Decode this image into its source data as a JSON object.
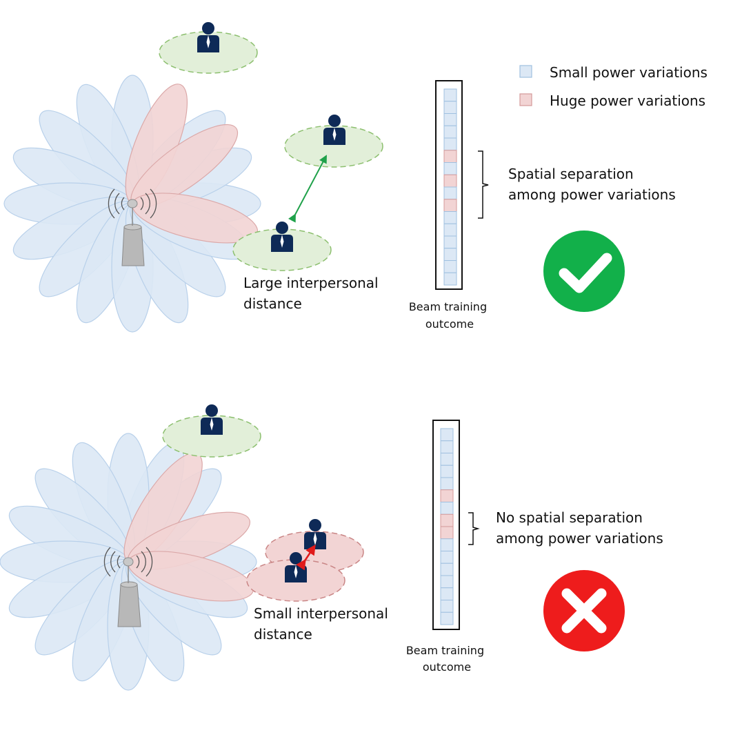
{
  "legend": {
    "small": {
      "label": "Small power variations",
      "fill": "#dce8f5",
      "stroke": "#9fc0e0"
    },
    "huge": {
      "label": "Huge power variations",
      "fill": "#f2d4d4",
      "stroke": "#d49a9a"
    }
  },
  "colors": {
    "beam_blue": "#dce8f5",
    "beam_blue_stroke": "#b8d0ea",
    "beam_red": "#f2d4d4",
    "beam_red_stroke": "#dba8a8",
    "zone_green": "#e2efd9",
    "zone_green_stroke": "#8cbf6e",
    "zone_red": "#f2d4d4",
    "zone_red_stroke": "#c98585",
    "person": "#0e2a57",
    "tower": "#b8b8b8",
    "arrow_green": "#1fa14a",
    "arrow_red": "#e01b1b",
    "check_bg": "#12b04a",
    "cross_bg": "#ee1c1c"
  },
  "panels": [
    {
      "id": "top",
      "distance_label": [
        "Large interpersonal",
        "distance"
      ],
      "separation_label": [
        "Spatial separation",
        "among power variations"
      ],
      "outcome_label": [
        "Beam training",
        "outcome"
      ],
      "bar_cells": [
        "s",
        "s",
        "s",
        "s",
        "s",
        "h",
        "s",
        "h",
        "s",
        "h",
        "s",
        "s",
        "s",
        "s",
        "s",
        "s"
      ],
      "result": "check-icon"
    },
    {
      "id": "bottom",
      "distance_label": [
        "Small interpersonal",
        "distance"
      ],
      "separation_label": [
        "No spatial separation",
        "among power variations"
      ],
      "outcome_label": [
        "Beam training",
        "outcome"
      ],
      "bar_cells": [
        "s",
        "s",
        "s",
        "s",
        "s",
        "h",
        "s",
        "h",
        "h",
        "s",
        "s",
        "s",
        "s",
        "s",
        "s",
        "s"
      ],
      "result": "cross-icon"
    }
  ]
}
